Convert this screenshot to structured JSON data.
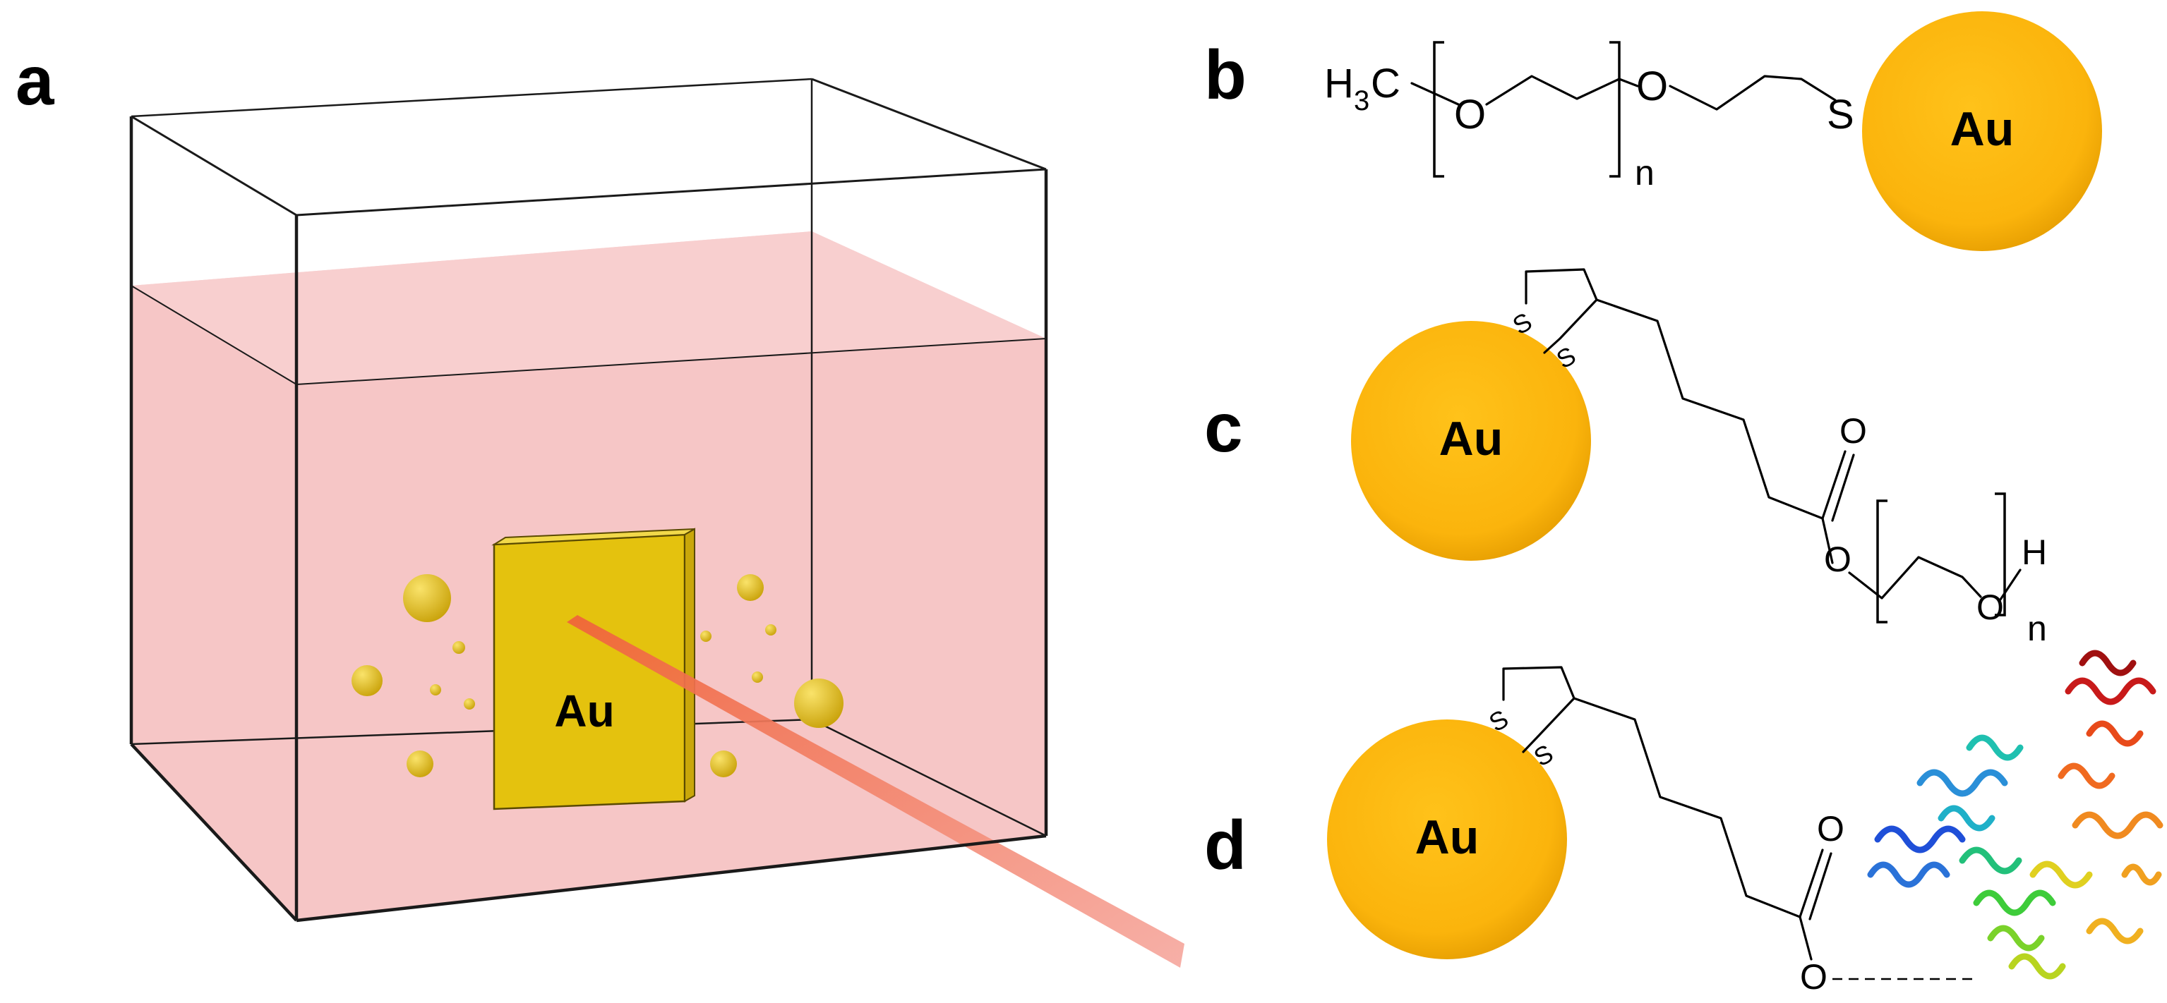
{
  "panels": [
    {
      "letter": "a",
      "gold_label": "Au"
    },
    {
      "letter": "b",
      "gold_label": "Au",
      "atoms": {
        "h3c_main": "H",
        "h3c_sub": "3",
        "h3c_tail": "C",
        "o1": "O",
        "o2": "O",
        "s": "S",
        "n": "n"
      }
    },
    {
      "letter": "c",
      "gold_label": "Au",
      "atoms": {
        "s1": "S",
        "s2": "S",
        "o_carbonyl": "O",
        "o_ester": "O",
        "o_peg": "O",
        "h": "H",
        "n": "n"
      }
    },
    {
      "letter": "d",
      "gold_label": "Au",
      "atoms": {
        "s1": "S",
        "s2": "S",
        "o_carbonyl": "O",
        "o_link": "O"
      }
    }
  ],
  "colors": {
    "gold_particle": "#FDB813",
    "gold_plate": "#E4C20E",
    "solution": "#F4B6B6",
    "laser": "#F47A5A"
  },
  "icons": {
    "protein": "protein-ribbon-icon"
  }
}
